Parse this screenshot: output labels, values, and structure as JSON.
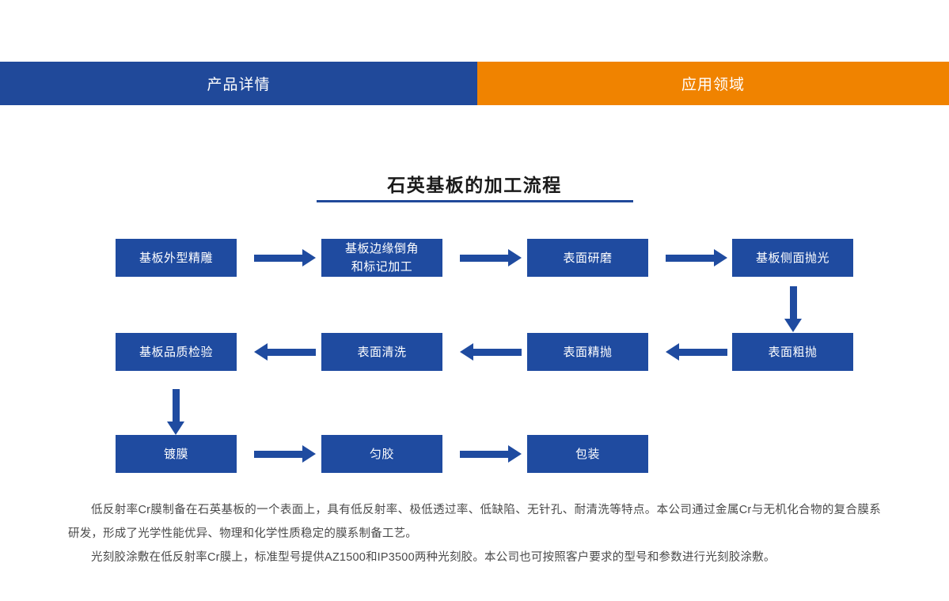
{
  "tabs": [
    {
      "id": "product-details",
      "label": "产品详情",
      "color": "#20499a",
      "active": true
    },
    {
      "id": "application-fields",
      "label": "应用领域",
      "color": "#f08300",
      "active": false
    }
  ],
  "section": {
    "title": "石英基板的加工流程",
    "rule_color": "#20499a"
  },
  "flowchart": {
    "node_color": "#1f4ba0",
    "arrow_color": "#1f4ba0",
    "nodes": [
      {
        "id": "n1",
        "label": "基板外型精雕"
      },
      {
        "id": "n2",
        "label": "基板边缘倒角\n和标记加工",
        "line1": "基板边缘倒角",
        "line2": "和标记加工"
      },
      {
        "id": "n3",
        "label": "表面研磨"
      },
      {
        "id": "n4",
        "label": "基板侧面抛光"
      },
      {
        "id": "n5",
        "label": "表面粗抛"
      },
      {
        "id": "n6",
        "label": "表面精抛"
      },
      {
        "id": "n7",
        "label": "表面清洗"
      },
      {
        "id": "n8",
        "label": "基板品质检验"
      },
      {
        "id": "n9",
        "label": "镀膜"
      },
      {
        "id": "n10",
        "label": "匀胶"
      },
      {
        "id": "n11",
        "label": "包装"
      }
    ],
    "arrows": [
      {
        "id": "a1",
        "from": "n1",
        "to": "n2",
        "direction": "right"
      },
      {
        "id": "a2",
        "from": "n2",
        "to": "n3",
        "direction": "right"
      },
      {
        "id": "a3",
        "from": "n3",
        "to": "n4",
        "direction": "right"
      },
      {
        "id": "a4",
        "from": "n4",
        "to": "n5",
        "direction": "down"
      },
      {
        "id": "a5",
        "from": "n5",
        "to": "n6",
        "direction": "left"
      },
      {
        "id": "a6",
        "from": "n6",
        "to": "n7",
        "direction": "left"
      },
      {
        "id": "a7",
        "from": "n7",
        "to": "n8",
        "direction": "left"
      },
      {
        "id": "a8",
        "from": "n8",
        "to": "n9",
        "direction": "down"
      },
      {
        "id": "a9",
        "from": "n9",
        "to": "n10",
        "direction": "right"
      },
      {
        "id": "a10",
        "from": "n10",
        "to": "n11",
        "direction": "right"
      }
    ]
  },
  "body": {
    "paragraph1": "低反射率Cr膜制备在石英基板的一个表面上，具有低反射率、极低透过率、低缺陷、无针孔、耐清洗等特点。本公司通过金属Cr与无机化合物的复合膜系研发，形成了光学性能优异、物理和化学性质稳定的膜系制备工艺。",
    "paragraph2": "光刻胶涂敷在低反射率Cr膜上，标准型号提供AZ1500和IP3500两种光刻胶。本公司也可按照客户要求的型号和参数进行光刻胶涂敷。"
  }
}
